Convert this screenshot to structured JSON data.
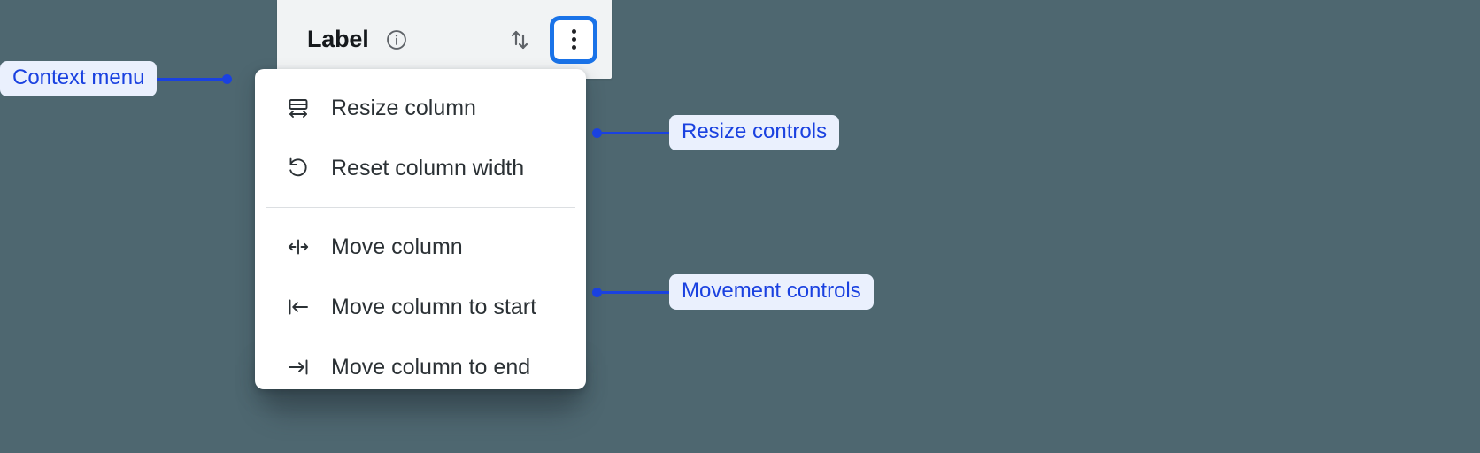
{
  "background_color": "#4e6770",
  "accent_color": "#1a41e0",
  "focus_ring_color": "#1a73e8",
  "column_header": {
    "label": "Label",
    "info_icon": "info-circle-icon",
    "sort_icon": "sort-arrows-icon",
    "menu_icon": "more-vertical-icon",
    "background_color": "#f1f3f4"
  },
  "context_menu": {
    "groups": [
      {
        "name": "resize",
        "items": [
          {
            "icon": "resize-column-icon",
            "label": "Resize column"
          },
          {
            "icon": "reset-width-icon",
            "label": "Reset column width"
          }
        ]
      },
      {
        "name": "movement",
        "items": [
          {
            "icon": "move-column-icon",
            "label": "Move column"
          },
          {
            "icon": "move-to-start-icon",
            "label": "Move column to start"
          },
          {
            "icon": "move-to-end-icon",
            "label": "Move column to end"
          }
        ]
      }
    ]
  },
  "annotations": [
    {
      "id": "context",
      "label": "Context menu"
    },
    {
      "id": "resize",
      "label": "Resize controls"
    },
    {
      "id": "movement",
      "label": "Movement controls"
    }
  ]
}
